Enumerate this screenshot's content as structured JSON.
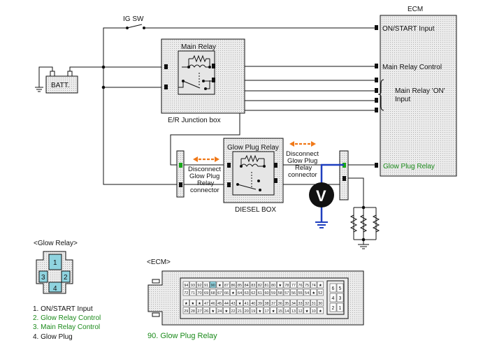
{
  "labels": {
    "ig_sw": "IG SW",
    "ecm": "ECM",
    "batt": "BATT.",
    "main_relay": "Main Relay",
    "er_junction_box": "E/R Junction box",
    "glow_plug_relay_box": "Glow Plug Relay",
    "diesel_box": "DIESEL BOX",
    "disconnect_left": [
      "Disconnect",
      "Glow Plug",
      "Relay",
      "connector"
    ],
    "disconnect_right": [
      "Disconnect",
      "Glow Plug",
      "Relay",
      "connector"
    ],
    "voltmeter": "V",
    "ecm_inputs": {
      "on_start": "ON/START Input",
      "main_relay_control": "Main Relay Control",
      "main_relay_on": [
        "Main Relay 'ON'",
        "Input"
      ],
      "glow_plug_relay": "Glow Plug Relay"
    },
    "glow_relay_title": "<Glow Relay>",
    "ecm_connector_title": "<ECM>",
    "glow_pins": [
      "1",
      "2",
      "3",
      "4"
    ],
    "glow_relay_legend": [
      {
        "text": "1. ON/START Input",
        "color": "#111111"
      },
      {
        "text": "2. Glow Relay Control",
        "color": "#1a8a1a"
      },
      {
        "text": "3. Main Relay Control",
        "color": "#1a8a1a"
      },
      {
        "text": "4. Glow Plug",
        "color": "#111111"
      }
    ],
    "ecm_legend": "90. Glow Plug Relay"
  },
  "ecm_pin_rows": [
    [
      "94",
      "93",
      "92",
      "91",
      "90",
      "★",
      "87",
      "86",
      "85",
      "84",
      "83",
      "82",
      "81",
      "80",
      "★",
      "78",
      "77",
      "76",
      "75",
      "74",
      "★"
    ],
    [
      "72",
      "71",
      "70",
      "69",
      "68",
      "67",
      "66",
      "★",
      "64",
      "63",
      "62",
      "61",
      "60",
      "59",
      "58",
      "57",
      "56",
      "55",
      "54",
      "★",
      "52"
    ],
    [
      "★",
      "★",
      "★",
      "47",
      "46",
      "45",
      "44",
      "43",
      "★",
      "41",
      "40",
      "39",
      "38",
      "37",
      "36",
      "35",
      "34",
      "33",
      "32",
      "31",
      "30"
    ],
    [
      "29",
      "28",
      "27",
      "26",
      "★",
      "24",
      "★",
      "22",
      "21",
      "20",
      "19",
      "★",
      "17",
      "★",
      "15",
      "14",
      "13",
      "12",
      "★",
      "10",
      "★"
    ]
  ],
  "ecm_side_pins": [
    [
      "6",
      "5"
    ],
    [
      "4",
      "3"
    ],
    [
      "2",
      "1"
    ]
  ],
  "colors": {
    "wire": "#111111",
    "probe_wire": "#1f3fbf",
    "connector_pin": "#1aa81a",
    "arrow": "#f07818",
    "green_text": "#1a8a1a",
    "box_fill": "#dcdcdc",
    "pin_highlight": "#8fd3df"
  }
}
